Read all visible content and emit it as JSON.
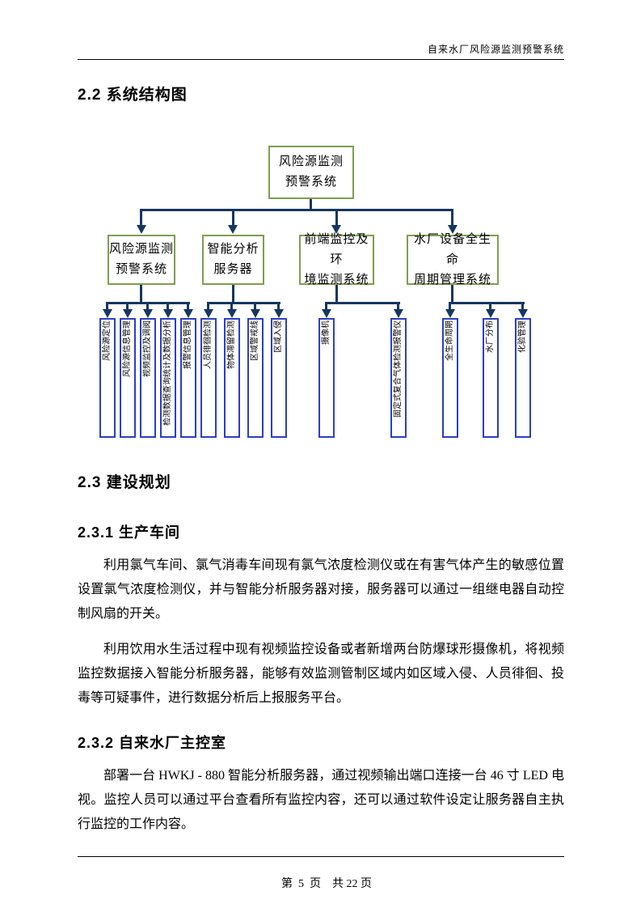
{
  "header": {
    "title": "自来水厂风险源监测预警系统"
  },
  "sections": {
    "s22": {
      "heading": "2.2 系统结构图"
    },
    "s23": {
      "heading": "2.3 建设规划"
    },
    "s231": {
      "heading": "2.3.1 生产车间",
      "para1": "利用氯气车间、氯气消毒车间现有氯气浓度检测仪或在有害气体产生的敏感位置设置氯气浓度检测仪，并与智能分析服务器对接，服务器可以通过一组继电器自动控制风扇的开关。",
      "para2": "利用饮用水生活过程中现有视频监控设备或者新增两台防爆球形摄像机，将视频监控数据接入智能分析服务器，能够有效监测管制区域内如区域入侵、人员徘徊、投毒等可疑事件，进行数据分析后上报服务平台。"
    },
    "s232": {
      "heading": "2.3.2 自来水厂主控室",
      "para1": "部署一台 HWKJ - 880 智能分析服务器，通过视频输出端口连接一台 46 寸 LED 电视。监控人员可以通过平台查看所有监控内容，还可以通过软件设定让服务器自主执行监控的工作内容。"
    }
  },
  "diagram": {
    "root": {
      "line1": "风险源监测",
      "line2": "预警系统"
    },
    "groups": [
      {
        "line1": "风险源监测",
        "line2": "预警系统",
        "children": [
          "风险源定位",
          "风险源信息管理",
          "视频监控及调阅",
          "检测数据查询统计及数据分析",
          "报警信息管理"
        ]
      },
      {
        "line1": "智能分析",
        "line2": "服务器",
        "children": [
          "人员徘徊检测",
          "物体滞留检测",
          "区域警戒线",
          "区域入侵"
        ]
      },
      {
        "line1": "前端监控及环",
        "line2": "境监测系统",
        "children": [
          "摄像机",
          "固定式复合气体检测报警仪"
        ]
      },
      {
        "line1": "水厂设备全生命",
        "line2": "周期管理系统",
        "children": [
          "全生命周期",
          "水厂分布",
          "化验管理"
        ]
      }
    ],
    "colors": {
      "parent_box_border": "#7E9E50",
      "child_box_border": "#2B3FC2",
      "connector": "#17375E"
    }
  },
  "footer": {
    "page_text": "第  5  页    共 22 页"
  }
}
